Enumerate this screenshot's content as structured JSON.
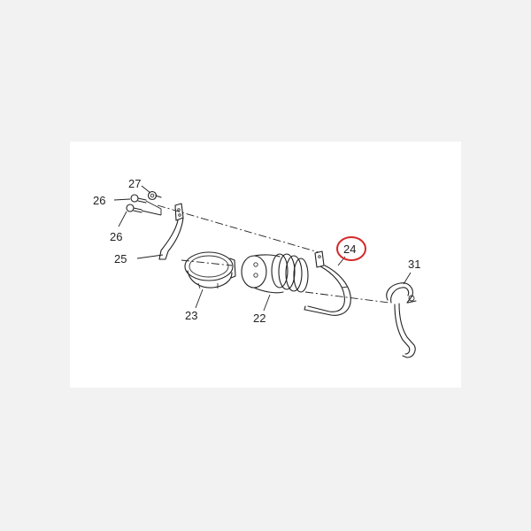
{
  "diagram": {
    "highlight_color": "#d42a2a",
    "callouts": [
      {
        "id": "27",
        "text": "27"
      },
      {
        "id": "26a",
        "text": "26"
      },
      {
        "id": "26b",
        "text": "26"
      },
      {
        "id": "25",
        "text": "25"
      },
      {
        "id": "23",
        "text": "23"
      },
      {
        "id": "22",
        "text": "22"
      },
      {
        "id": "24",
        "text": "24"
      },
      {
        "id": "31",
        "text": "31"
      }
    ]
  }
}
